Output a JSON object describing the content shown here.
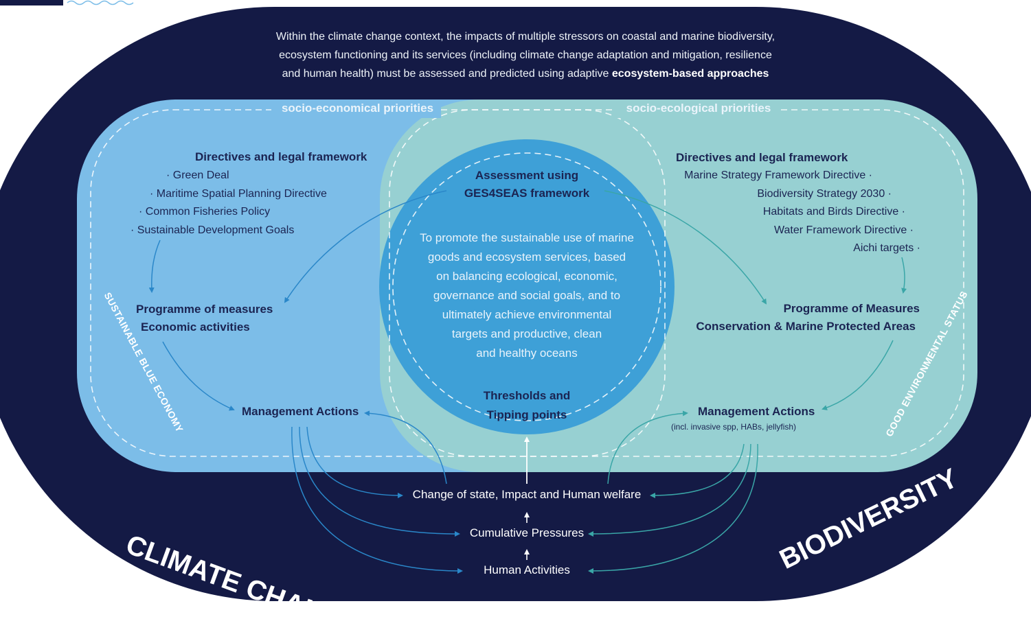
{
  "colors": {
    "outer_navy": "#141a45",
    "left_lobe": "#7cbde8",
    "right_lobe": "#97d0d2",
    "center_circle": "#3ea0d7",
    "dark_text": "#1b2452",
    "arrow_left": "#2a87c9",
    "arrow_right": "#3aa6a7"
  },
  "intro": {
    "line1": "Within the climate change context, the impacts of multiple stressors on coastal and marine biodiversity,",
    "line2": "ecosystem functioning and its services (including climate change adaptation and mitigation, resilience",
    "line3_plain": "and human health) must be assessed and predicted using adaptive ",
    "line3_bold": "ecosystem-based approaches"
  },
  "left": {
    "priority_label": "socio-economical priorities",
    "directives_title": "Directives and legal framework",
    "directives": [
      "· Green Deal",
      "· Maritime Spatial Planning Directive",
      "· Common Fisheries Policy",
      "· Sustainable Development Goals"
    ],
    "programme_line1": "Programme of measures",
    "programme_line2": "Economic activities",
    "management": "Management Actions",
    "vertical_label": "SUSTAINABLE BLUE ECONOMY",
    "big_label": "CLIMATE CHANGE"
  },
  "right": {
    "priority_label": "socio-ecological priorities",
    "directives_title": "Directives and legal framework",
    "directives": [
      "Marine Strategy Framework Directive ·",
      "Biodiversity Strategy 2030 ·",
      "Habitats and Birds Directive ·",
      "Water Framework Directive ·",
      "Aichi targets ·"
    ],
    "programme_line1": "Programme of Measures",
    "programme_line2": "Conservation & Marine Protected Areas",
    "management": "Management Actions",
    "management_note": "(incl. invasive spp, HABs, jellyfish)",
    "vertical_label": "GOOD ENVIRONMENTAL STATUS",
    "big_label": "BIODIVERSITY"
  },
  "center": {
    "assessment_line1": "Assessment using",
    "assessment_line2": "GES4SEAS framework",
    "goal": [
      "To promote the sustainable use of marine",
      "goods and ecosystem services, based",
      "on balancing ecological, economic,",
      "governance and social goals, and to",
      "ultimately achieve environmental",
      "targets and productive, clean",
      "and healthy oceans"
    ],
    "thresholds_line1": "Thresholds and",
    "thresholds_line2": "Tipping points"
  },
  "bottom": {
    "state": "Change of state, Impact and Human welfare",
    "pressures": "Cumulative Pressures",
    "activities": "Human Activities"
  }
}
